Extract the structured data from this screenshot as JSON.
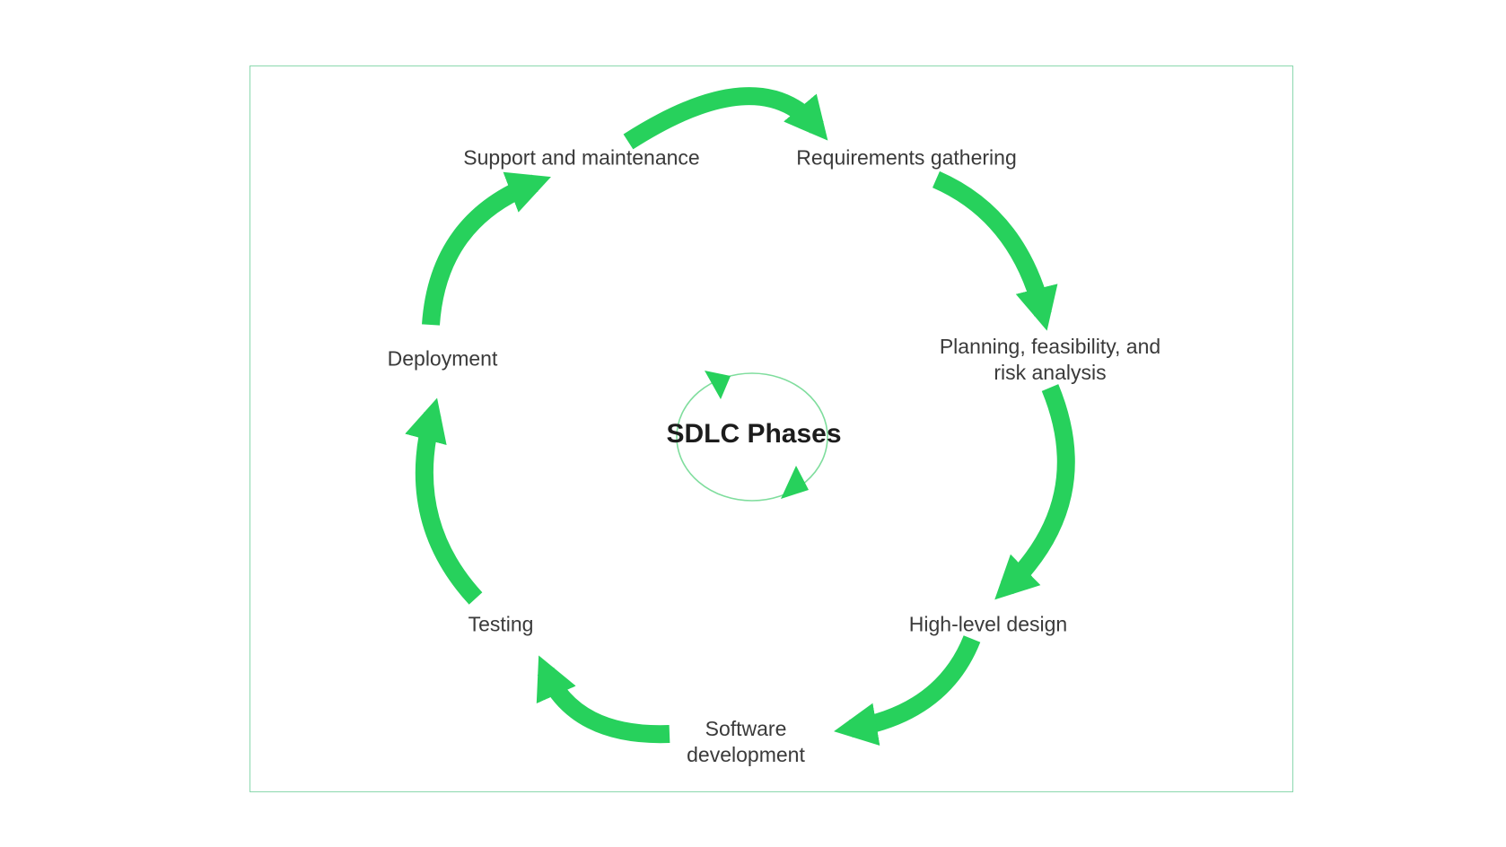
{
  "diagram": {
    "type": "cycle",
    "title": "SDLC Phases",
    "flow": "clockwise",
    "phases": [
      {
        "label": "Requirements gathering"
      },
      {
        "label": "Planning, feasibility, and risk analysis"
      },
      {
        "label": "High-level design"
      },
      {
        "label": "Software development"
      },
      {
        "label": "Testing"
      },
      {
        "label": "Deployment"
      },
      {
        "label": "Support and maintenance"
      }
    ],
    "colors": {
      "arrow": "#27d15c",
      "inner_circle_outline": "#7fdd9d",
      "frame_border": "#8bd8ae",
      "label_text": "#3a3a3a",
      "title_text": "#1c1c1c",
      "background": "#ffffff"
    }
  }
}
